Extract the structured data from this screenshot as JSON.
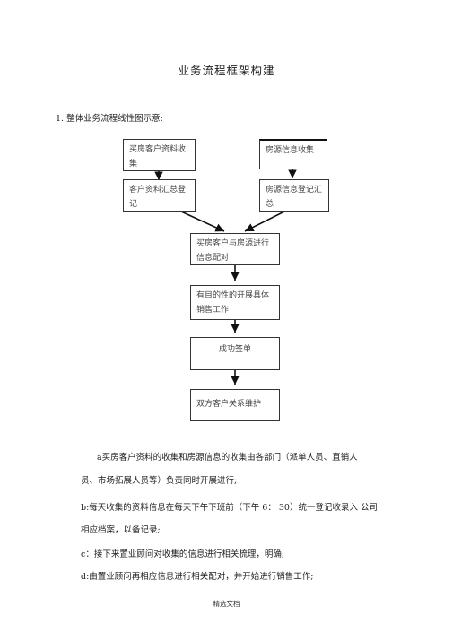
{
  "title": "业务流程框架构建",
  "section_heading": "1. 整体业务流程线性图示意:",
  "flowchart": {
    "box1": "买房客户资料收集",
    "box2": "房源信息收集",
    "box3": "客户资料汇总登记",
    "box4": "房源信息登记汇总",
    "box5": "买房客户与房源进行信息配对",
    "box6": "有目的性的开展具体销售工作",
    "box7": "成功签单",
    "box8": "双方客户关系维护"
  },
  "paragraphs": {
    "a_line1": "a买房客户资料的收集和房源信息的收集由各部门（派单人员、直销人",
    "a_line2": "员、市场拓展人员等）负责同时开展进行;",
    "b_line1": "b:每天收集的资料信息在每天下午下班前（下午 6： 30）统一登记收录入 公司",
    "b_line2": "相应档案，以备记录;",
    "c_line1": "c：接下来置业顾问对收集的信息进行相关梳理，明确;",
    "d_line1": "d:由置业顾问再相应信息进行相关配对，并开始进行销售工作;"
  },
  "footer": "精选文档"
}
